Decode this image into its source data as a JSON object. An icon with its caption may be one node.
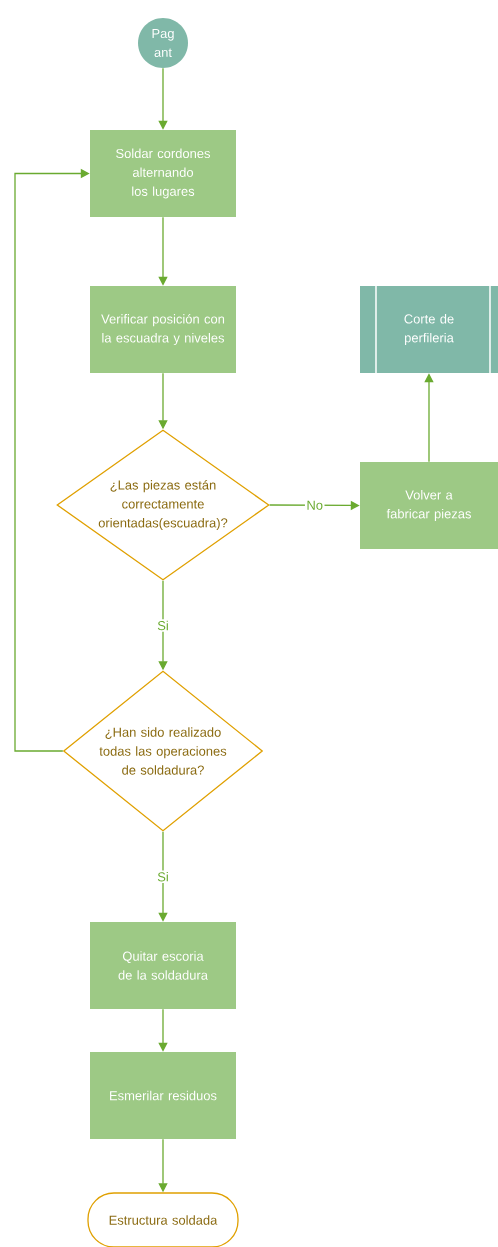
{
  "diagram": {
    "nodes": [
      {
        "text": [
          "Pag ant"
        ]
      },
      {
        "text": [
          "Soldar cordones alternando los lugares"
        ]
      },
      {
        "text": [
          "Verificar posición con la escuadra y niveles"
        ]
      },
      {
        "text": [
          "¿Las piezas están correctamente orientadas(escuadra)?"
        ]
      },
      {
        "text": [
          "¿Han sido realizado todas las operaciones de soldadura?"
        ]
      },
      {
        "text": [
          "Quitar escoria de la soldadura"
        ]
      },
      {
        "text": [
          "Esmerilar residuos"
        ]
      },
      {
        "text": [
          "Estructura soldada"
        ]
      },
      {
        "text": [
          "Corte de perfileria"
        ]
      },
      {
        "text": [
          "Volver a fabricar piezas"
        ]
      }
    ],
    "edges": [
      {
        "from": 0,
        "to": 1,
        "arrow": "to"
      },
      {
        "from": 1,
        "to": 2,
        "arrow": "to"
      },
      {
        "from": 2,
        "to": 3,
        "arrow": "to"
      },
      {
        "from": 3,
        "to": 9,
        "arrow": "to",
        "label": "No"
      },
      {
        "from": 9,
        "to": 8,
        "arrow": "to"
      },
      {
        "from": 3,
        "to": 4,
        "arrow": "to",
        "label": "Si"
      },
      {
        "from": 4,
        "to": 1,
        "arrow": "to"
      },
      {
        "from": 4,
        "to": 5,
        "arrow": "to",
        "label": "Si"
      },
      {
        "from": 5,
        "to": 6,
        "arrow": "to"
      },
      {
        "from": 6,
        "to": 7,
        "arrow": "to"
      }
    ]
  }
}
